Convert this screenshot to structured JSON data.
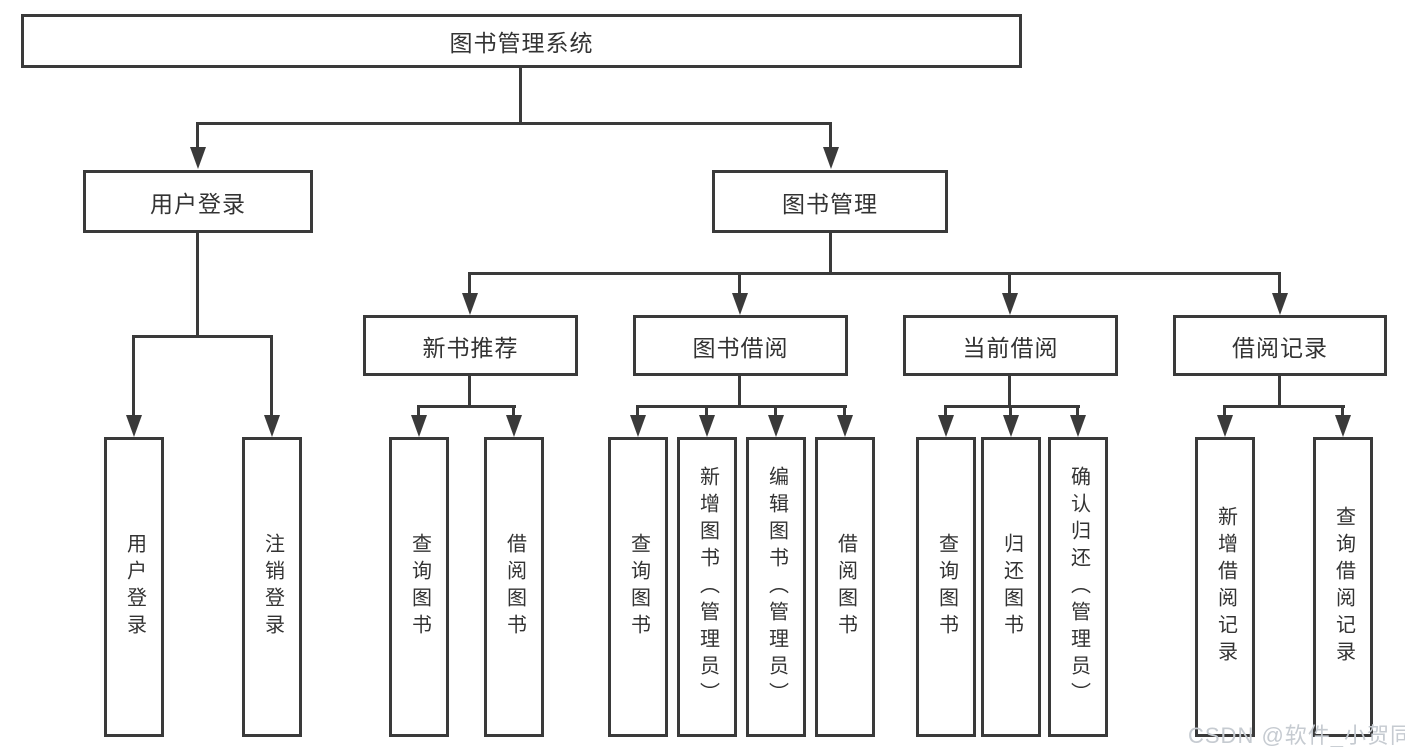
{
  "tree": {
    "root": {
      "label": "图书管理系统"
    },
    "branches": [
      {
        "label": "用户登录",
        "children": [
          "用户登录",
          "注销登录"
        ]
      },
      {
        "label": "图书管理",
        "sections": [
          {
            "label": "新书推荐",
            "children": [
              "查询图书",
              "借阅图书"
            ]
          },
          {
            "label": "图书借阅",
            "children": [
              "查询图书",
              "新增图书（管理员）",
              "编辑图书（管理员）",
              "借阅图书"
            ]
          },
          {
            "label": "当前借阅",
            "children": [
              "查询图书",
              "归还图书",
              "确认归还（管理员）"
            ]
          },
          {
            "label": "借阅记录",
            "children": [
              "新增借阅记录",
              "查询借阅记录"
            ]
          }
        ]
      }
    ]
  },
  "watermark": {
    "text": "CSDN @软件_小贺同学"
  },
  "colors": {
    "line": "#3a3a3a",
    "ink": "#333333",
    "bg": "#ffffff",
    "watermark": "#c6cbd1"
  }
}
